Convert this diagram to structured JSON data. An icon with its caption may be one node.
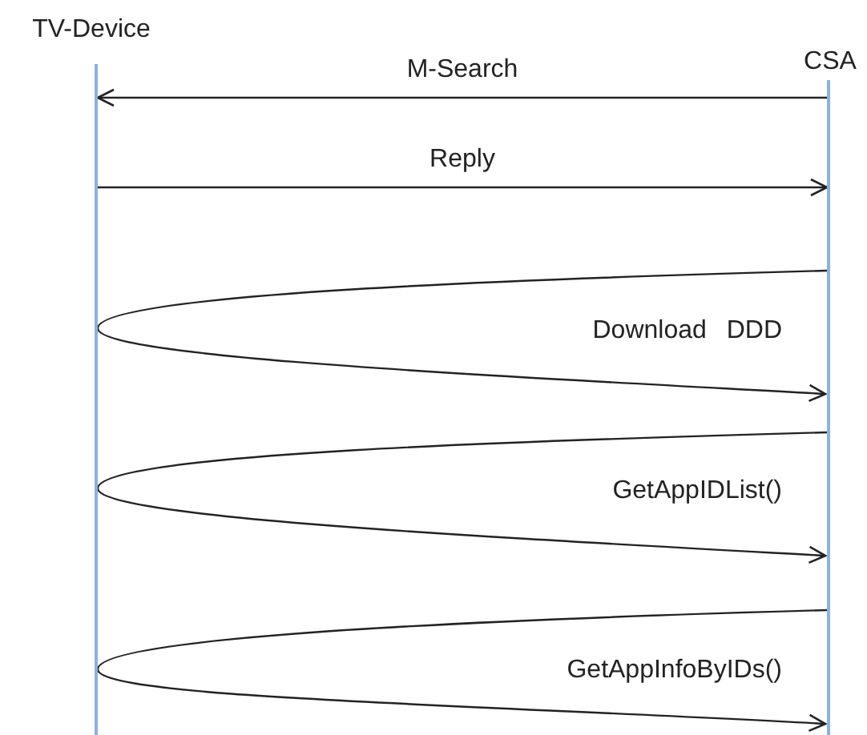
{
  "diagram": {
    "nodes": [
      {
        "text": [
          "TV-Device"
        ]
      },
      {
        "text": [
          "CSA"
        ]
      }
    ],
    "edges": [
      {
        "from": 1,
        "to": 0,
        "arrow": "to",
        "label": "M-Search"
      },
      {
        "from": 0,
        "to": 1,
        "arrow": "to",
        "label": "Reply"
      },
      {
        "from": 1,
        "to": 1,
        "arrow": "to",
        "label": "Download DDD"
      },
      {
        "from": 1,
        "to": 1,
        "arrow": "to",
        "label": "GetAppIDList()"
      },
      {
        "from": 1,
        "to": 1,
        "arrow": "to",
        "label": "GetAppInfoByIDs()"
      }
    ]
  }
}
